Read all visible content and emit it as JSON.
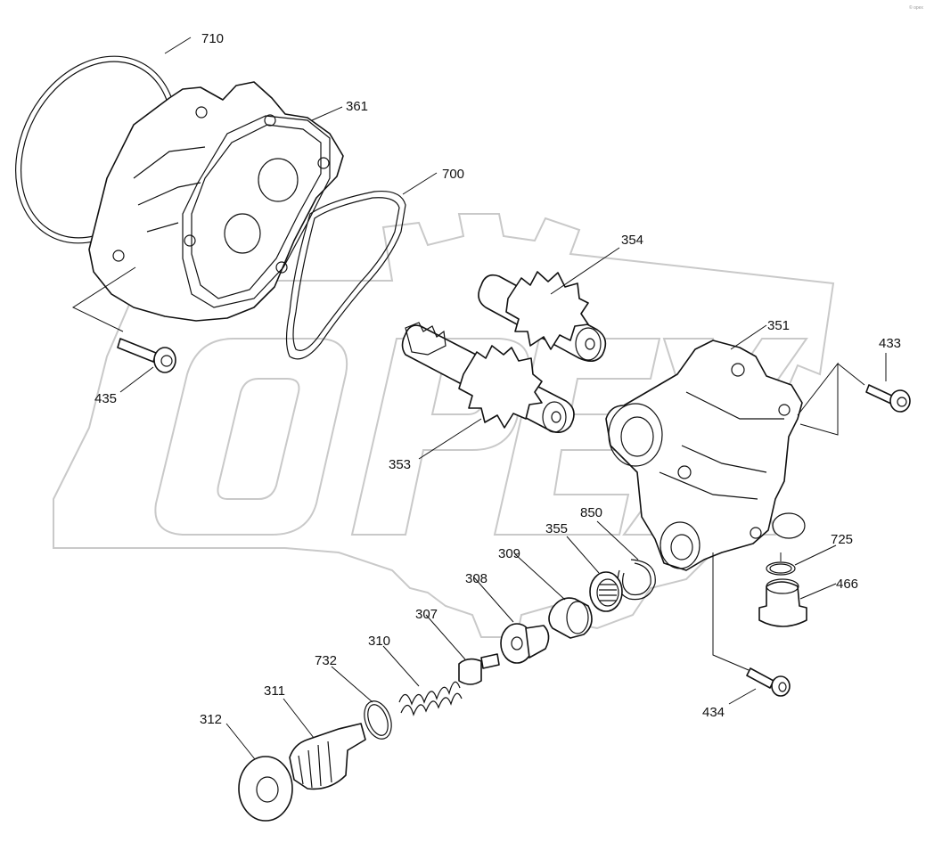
{
  "callouts": {
    "c710": "710",
    "c361": "361",
    "c700": "700",
    "c354": "354",
    "c351": "351",
    "c433": "433",
    "c435": "435",
    "c353": "353",
    "c850": "850",
    "c725": "725",
    "c355": "355",
    "c309": "309",
    "c466": "466",
    "c308": "308",
    "c307": "307",
    "c310": "310",
    "c732": "732",
    "c311": "311",
    "c312": "312",
    "c434": "434"
  },
  "watermark": {
    "text": "OPEX",
    "color": "#c9c9c9"
  },
  "corner_mark": "© opex"
}
